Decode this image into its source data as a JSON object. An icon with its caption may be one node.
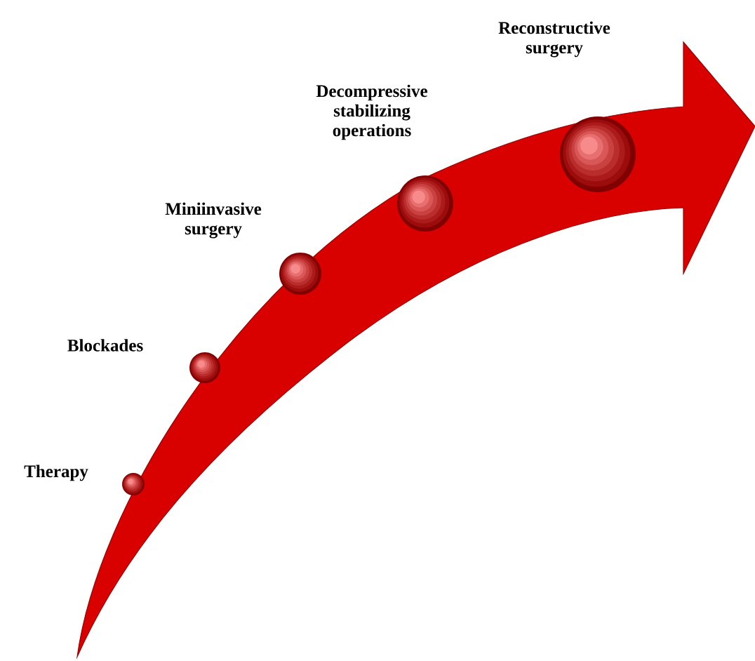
{
  "diagram": {
    "nodes": [
      {
        "text": [],
        "shape": "circle",
        "beside": [
          "Therapy"
        ]
      },
      {
        "text": [],
        "shape": "circle",
        "beside": [
          "Blockades"
        ]
      },
      {
        "text": [],
        "shape": "circle",
        "beside": [
          "Miniinvasive surgery"
        ]
      },
      {
        "text": [],
        "shape": "circle",
        "beside": [
          "Decompressive stabilizing operations"
        ]
      },
      {
        "text": [],
        "shape": "circle",
        "beside": [
          "Reconstructive surgery"
        ]
      }
    ]
  }
}
